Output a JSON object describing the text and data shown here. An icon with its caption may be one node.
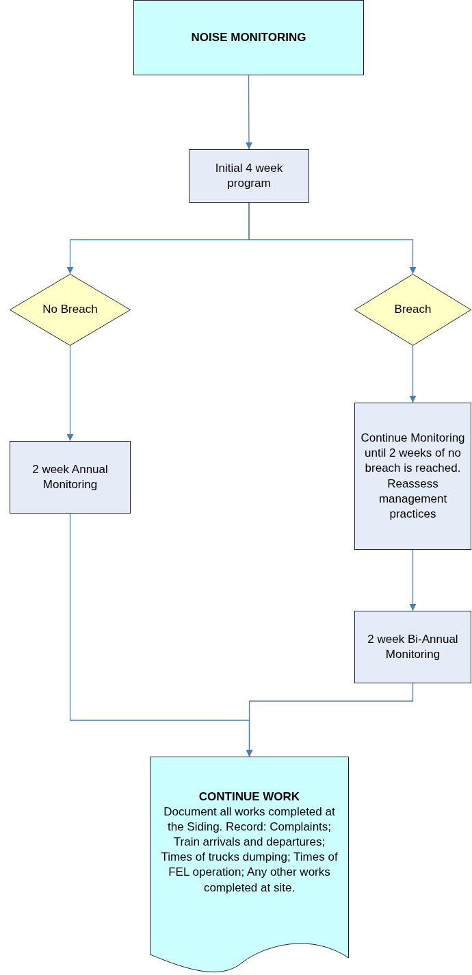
{
  "diagram": {
    "nodes": [
      {
        "text": [
          "NOISE MONITORING"
        ]
      },
      {
        "text": [
          "Initial 4 week program"
        ]
      },
      {
        "text": [
          "No Breach"
        ]
      },
      {
        "text": [
          "Breach"
        ]
      },
      {
        "text": [
          "2 week Annual Monitoring"
        ]
      },
      {
        "text": [
          "Continue Monitoring until 2 weeks of no breach is reached. Reassess management practices"
        ]
      },
      {
        "text": [
          "2 week Bi-Annual Monitoring"
        ]
      },
      {
        "text": [
          "CONTINUE WORK",
          "Document all works completed at the Siding. Record: Complaints; Train arrivals and departures; Times of trucks dumping; Times of FEL operation; Any other works completed at site."
        ]
      }
    ],
    "edges": [
      {
        "from": 0,
        "to": 1,
        "arrow": "to"
      },
      {
        "from": 1,
        "to": 2,
        "arrow": "to"
      },
      {
        "from": 1,
        "to": 3,
        "arrow": "to"
      },
      {
        "from": 2,
        "to": 4,
        "arrow": "to"
      },
      {
        "from": 3,
        "to": 5,
        "arrow": "to"
      },
      {
        "from": 5,
        "to": 6,
        "arrow": "to"
      },
      {
        "from": 4,
        "to": 7,
        "arrow": "to"
      },
      {
        "from": 6,
        "to": 7,
        "arrow": "to"
      }
    ]
  }
}
